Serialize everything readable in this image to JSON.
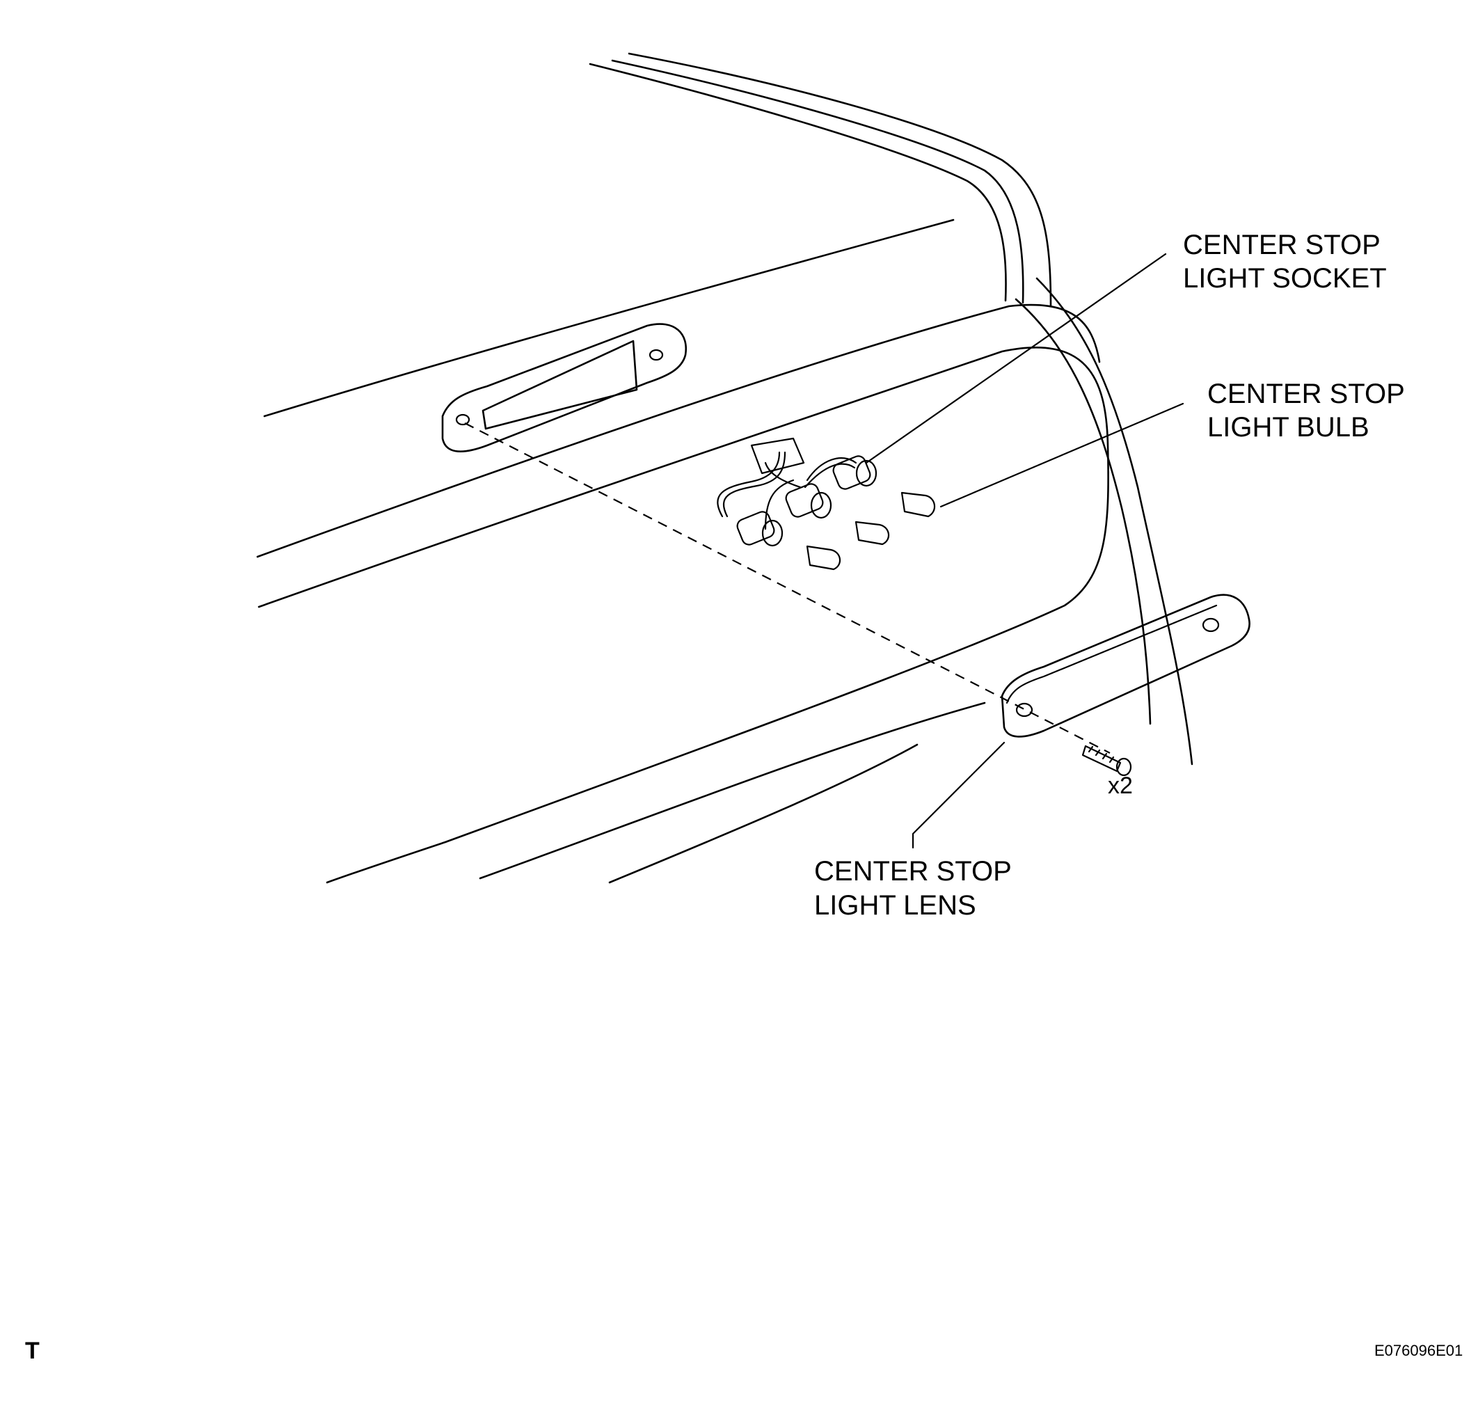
{
  "labels": {
    "socket_line1": "CENTER STOP",
    "socket_line2": "LIGHT SOCKET",
    "bulb_line1": "CENTER STOP",
    "bulb_line2": "LIGHT BULB",
    "lens_line1": "CENTER STOP",
    "lens_line2": "LIGHT LENS",
    "screw_qty": "x2",
    "corner_mark": "T",
    "figure_code": "E076096E01"
  },
  "icons": [
    "body-panel-outline",
    "mounting-recess",
    "wire-harness",
    "socket",
    "bulb",
    "lens",
    "screw"
  ]
}
